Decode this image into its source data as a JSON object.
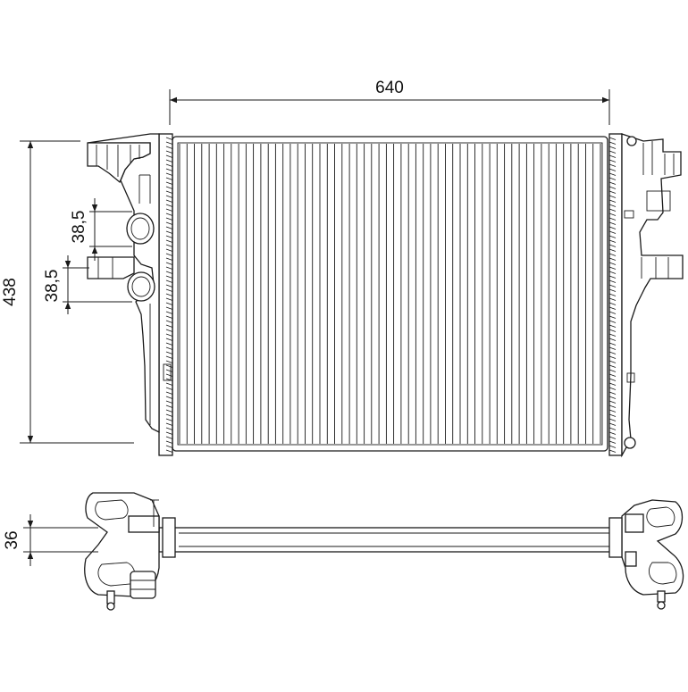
{
  "dimensions": {
    "width_label": "640",
    "height_label": "438",
    "upper_pitch_label": "38,5",
    "lower_pitch_label": "38,5",
    "depth_label": "36"
  },
  "colors": {
    "line": "#1a1a1a",
    "background": "#ffffff"
  },
  "core": {
    "fin_count": 58
  }
}
